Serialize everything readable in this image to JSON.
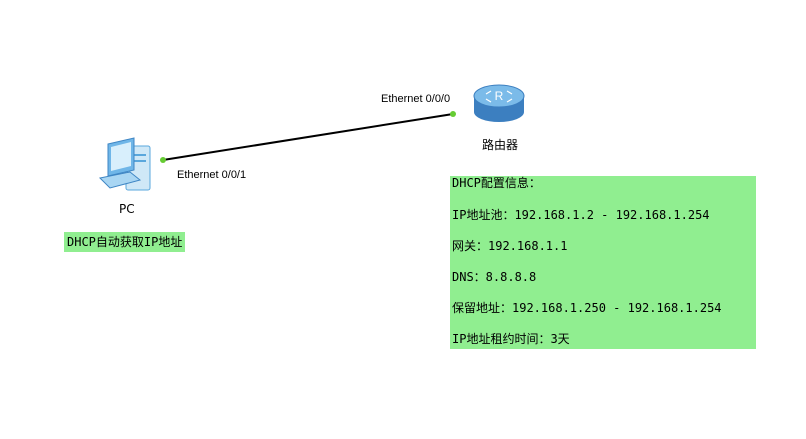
{
  "devices": {
    "pc": {
      "label": "PC",
      "icon": "pc-icon"
    },
    "router": {
      "label": "路由器",
      "icon": "router-icon",
      "icon_letter": "R"
    }
  },
  "links": {
    "pc_port": "Ethernet 0/0/1",
    "router_port": "Ethernet 0/0/0"
  },
  "notes": {
    "pc_note": "DHCP自动获取IP地址",
    "dhcp_info": [
      "DHCP配置信息：",
      "IP地址池：192.168.1.2 - 192.168.1.254",
      "网关：192.168.1.1",
      "DNS：8.8.8.8",
      "保留地址：192.168.1.250 - 192.168.1.254",
      "IP地址租约时间：3天"
    ]
  },
  "colors": {
    "note_background": "#90ee90",
    "port_indicator": "#66cc33",
    "router_body": "#5b9bd5",
    "pc_body": "#6fb6e8"
  }
}
